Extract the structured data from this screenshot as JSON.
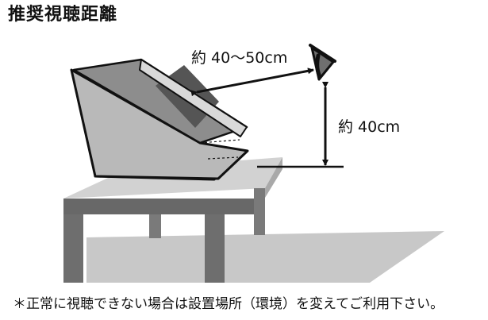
{
  "title": "推奨視聴距離",
  "labels": {
    "diagonal_distance": "約 40〜50cm",
    "vertical_distance": "約 40cm"
  },
  "note": "＊正常に視聴できない場合は設置場所（環境）を変えてご利用下さい。",
  "colors": {
    "line": "#111111",
    "floor": "#c8c8c8",
    "table_top": "#d2d2d2",
    "table_front": "#686868",
    "table_legs": "#6e6e6e",
    "device_side": "#b9b9b9",
    "device_inner": "#8d8d8d",
    "screen": "#555555",
    "eye": "#6f6f6f"
  }
}
